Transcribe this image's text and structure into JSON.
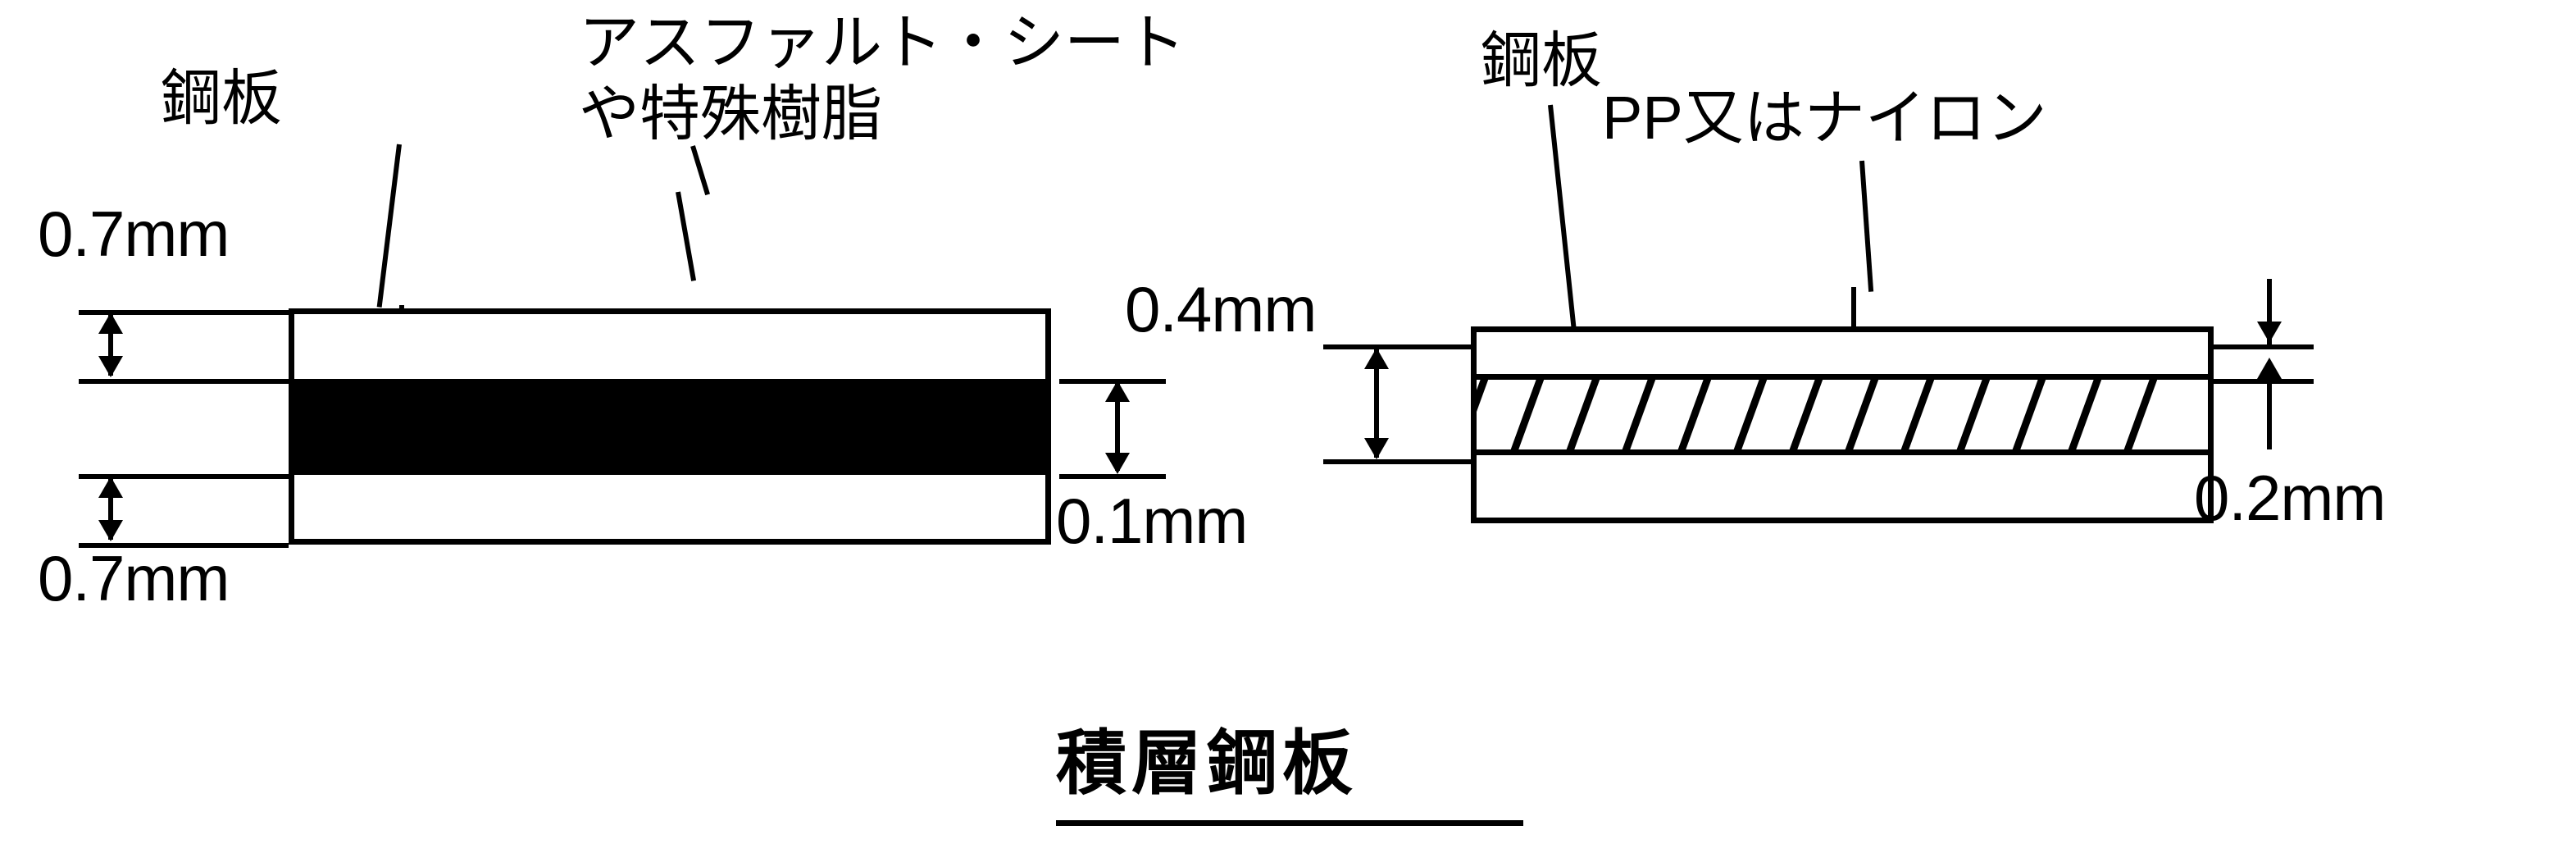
{
  "figure": {
    "title": "積層鋼板",
    "title_underlined": true,
    "ink_color": "#000000",
    "background_color": "#ffffff"
  },
  "left_diagram": {
    "name": "asphalt-laminated-steel-cross-section",
    "callouts": {
      "steel_plate": "鋼板",
      "core_line1": "アスファルト・シート",
      "core_line2": "や特殊樹脂"
    },
    "dimensions": {
      "top_layer": "0.7mm",
      "core_layer": "0.1mm",
      "bottom_layer": "0.7mm"
    },
    "layers": [
      {
        "name": "top-steel-plate",
        "fill": "white",
        "thickness": "0.7mm"
      },
      {
        "name": "asphalt-core",
        "fill": "black",
        "thickness": "0.1mm"
      },
      {
        "name": "bottom-steel-plate",
        "fill": "white",
        "thickness": "0.7mm"
      }
    ]
  },
  "right_diagram": {
    "name": "pp-nylon-laminated-steel-cross-section",
    "callouts": {
      "steel_plate": "鋼板",
      "core": "PP又はナイロン"
    },
    "dimensions": {
      "top_layer": "0.4mm",
      "core_layer": "0.2mm"
    },
    "layers": [
      {
        "name": "top-steel-plate",
        "fill": "white",
        "thickness": "0.4mm"
      },
      {
        "name": "pp-nylon-core",
        "fill": "hatched",
        "thickness": "0.2mm"
      },
      {
        "name": "bottom-steel-plate",
        "fill": "white",
        "thickness": ""
      }
    ],
    "hatch_count": 13
  }
}
